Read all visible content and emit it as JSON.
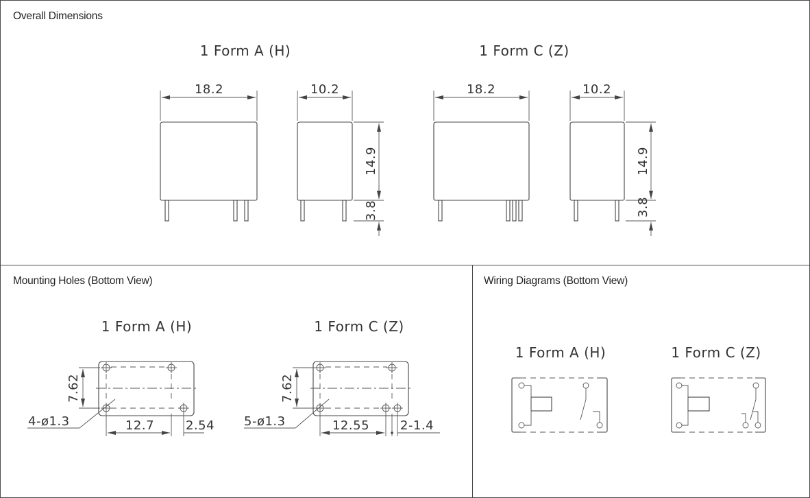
{
  "panels": {
    "overall": {
      "title": "Overall Dimensions"
    },
    "mounting": {
      "title": "Mounting Holes (Bottom View)"
    },
    "wiring": {
      "title": "Wiring Diagrams (Bottom View)"
    }
  },
  "forms": {
    "a": "1 Form A (H)",
    "c": "1 Form C (Z)"
  },
  "dimensions": {
    "length": "18.2",
    "width": "10.2",
    "height": "14.9",
    "pin_length": "3.8",
    "hole_pitch_vertical": "7.62",
    "form_a_holes": "4-ø1.3",
    "form_a_pitch": "12.7",
    "form_a_offset": "2.54",
    "form_c_holes": "5-ø1.3",
    "form_c_pitch": "12.55",
    "form_c_offset": "2-1.4"
  }
}
